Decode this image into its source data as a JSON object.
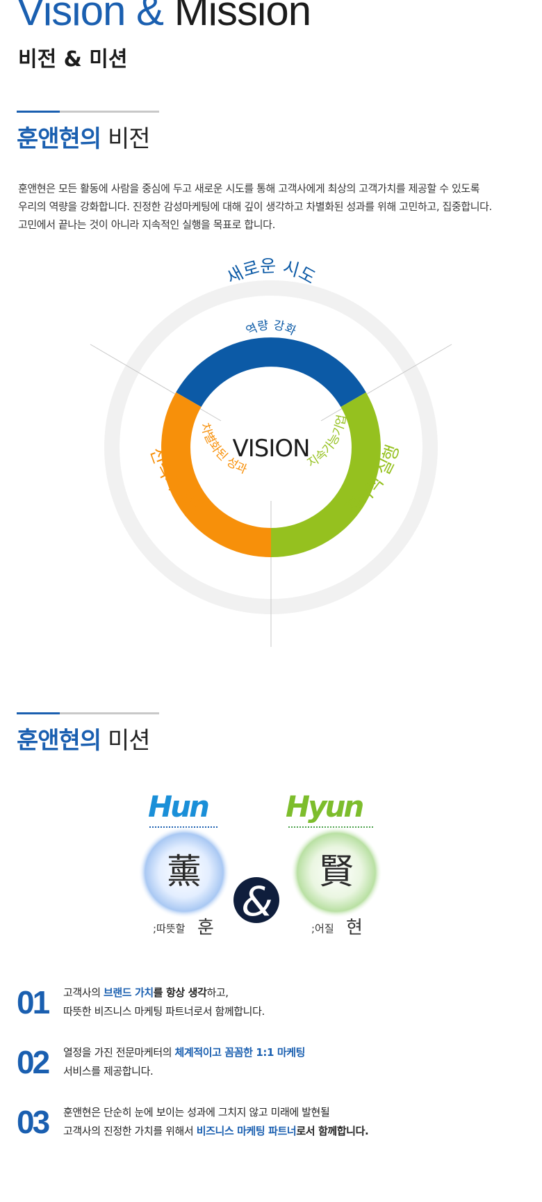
{
  "header": {
    "title_en_part1": "Vision &",
    "title_en_part2": "Mission",
    "title_kr": "비전 & 미션"
  },
  "vision_section": {
    "title_bold": "훈앤현의",
    "title_rest": "비전",
    "paragraph": [
      "훈앤현은 모든 활동에 사람을 중심에 두고 새로운 시도를 통해 고객사에게 최상의 고객가치를 제공할 수 있도록",
      "우리의 역량을 강화합니다. 진정한 감성마케팅에 대해 깊이 생각하고 차별화된 성과를 위해 고민하고, 집중합니다.",
      "고민에서 끝나는 것이 아니라 지속적인 실행을 목표로 합니다."
    ],
    "diagram": {
      "center": "VISION",
      "outer_labels": [
        "새로운 시도",
        "선택과 집중",
        "지속적 실행"
      ],
      "inner_labels": [
        "역량 강화",
        "차별화된 성과",
        "지속가능기업"
      ],
      "colors": {
        "blue": "#0c5aa6",
        "orange": "#f7900a",
        "green": "#95c11f",
        "ring": "#f1f1f1"
      }
    }
  },
  "mission_section": {
    "title_bold": "훈앤현의",
    "title_rest": "미션",
    "hun": {
      "logo": "Hun",
      "hanja": "薰",
      "meaning": ";따뜻할",
      "reading": "훈"
    },
    "ampersand": "&",
    "hyun": {
      "logo": "Hyun",
      "hanja": "賢",
      "meaning": ";어질",
      "reading": "현"
    },
    "items": [
      {
        "num": "01",
        "line1_a": "고객사의 ",
        "line1_b": "브랜드 가치",
        "line1_c": "를 항상 생각",
        "line1_d": "하고,",
        "line2": "따뜻한 비즈니스 마케팅 파트너로서 함께합니다."
      },
      {
        "num": "02",
        "line1_a": "열정을 가진 전문마케터의 ",
        "line1_b": "체계적이고 꼼꼼한 1:1 마케팅",
        "line2": "서비스를 제공합니다."
      },
      {
        "num": "03",
        "line1": "훈앤현은 단순히 눈에 보이는 성과에 그치지 않고 미래에 발현될",
        "line2_a": "고객사의 진정한 가치를 위해서 ",
        "line2_b": "비즈니스 마케팅 파트너",
        "line2_c": "로서 함께합니다."
      }
    ]
  }
}
